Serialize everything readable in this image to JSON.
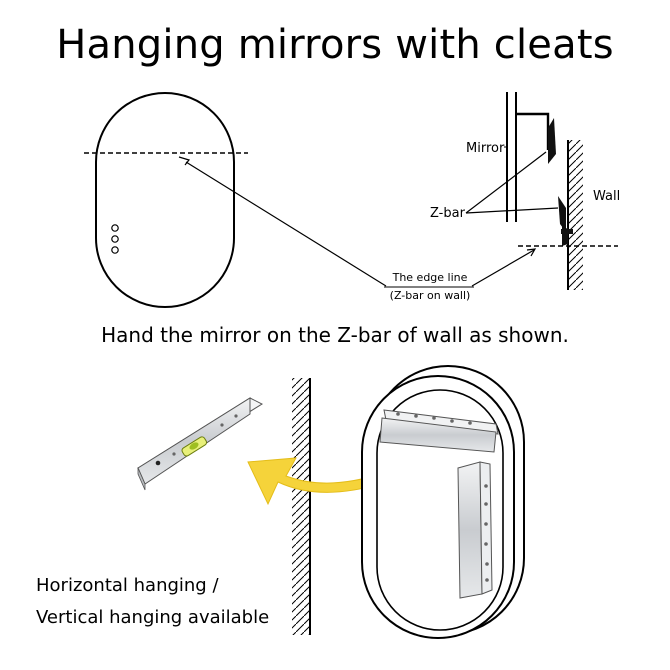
{
  "title": "Hanging mirrors with cleats",
  "labels": {
    "mirror": "Mirror",
    "wall": "Wall",
    "zbar": "Z-bar",
    "edge_line": "The edge line",
    "edge_line_sub": "(Z-bar on wall)"
  },
  "instruction": "Hand the mirror on the Z-bar of wall as shown.",
  "notes": {
    "line1": "Horizontal hanging /",
    "line2": "Vertical hanging available"
  },
  "colors": {
    "arrow": "#f5d33a",
    "level_bubble": "#c8e03a",
    "metal": "#d9dcdf"
  }
}
